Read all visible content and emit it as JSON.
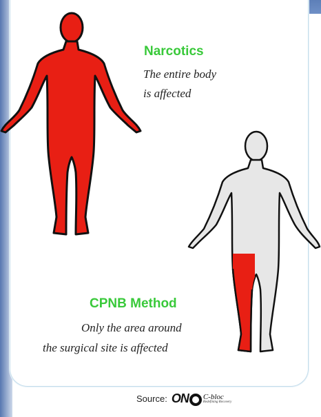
{
  "narcotics": {
    "title": "Narcotics",
    "line1": "The entire body",
    "line2": "is affected"
  },
  "cpnb": {
    "title": "CPNB Method",
    "line1": "Only the area around",
    "line2": "the surgical site is affected"
  },
  "source": {
    "label": "Source:",
    "logo_on": "ON",
    "logo_cbloc": "C-bloc",
    "logo_tag": "Redefining Recovery"
  },
  "colors": {
    "affected": "#e81f14",
    "unaffected": "#e7e7e7",
    "heading": "#39c93a",
    "frame": "#6f90c6"
  }
}
